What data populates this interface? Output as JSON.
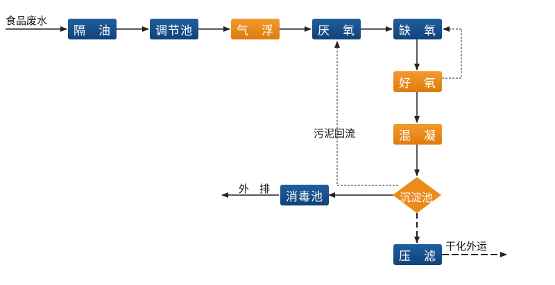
{
  "input_label": "食品废水",
  "nodes": {
    "geyou": "隔　油",
    "tiaojiechi": "调节池",
    "qifu": "气　浮",
    "yanyang": "厌　氧",
    "queyang": "缺　氧",
    "haoyang": "好　氧",
    "hunning": "混　凝",
    "chendianchi": "沉淀池",
    "xiaoduchi": "消毒池",
    "yalv": "压　滤"
  },
  "labels": {
    "sludge_return": "污泥回流",
    "discharge": "外　排",
    "dry_transport": "干化外运"
  },
  "colors": {
    "blue": "#164b85",
    "orange": "#ec8a1a",
    "arrow": "#222222",
    "dashed": "#555555"
  }
}
